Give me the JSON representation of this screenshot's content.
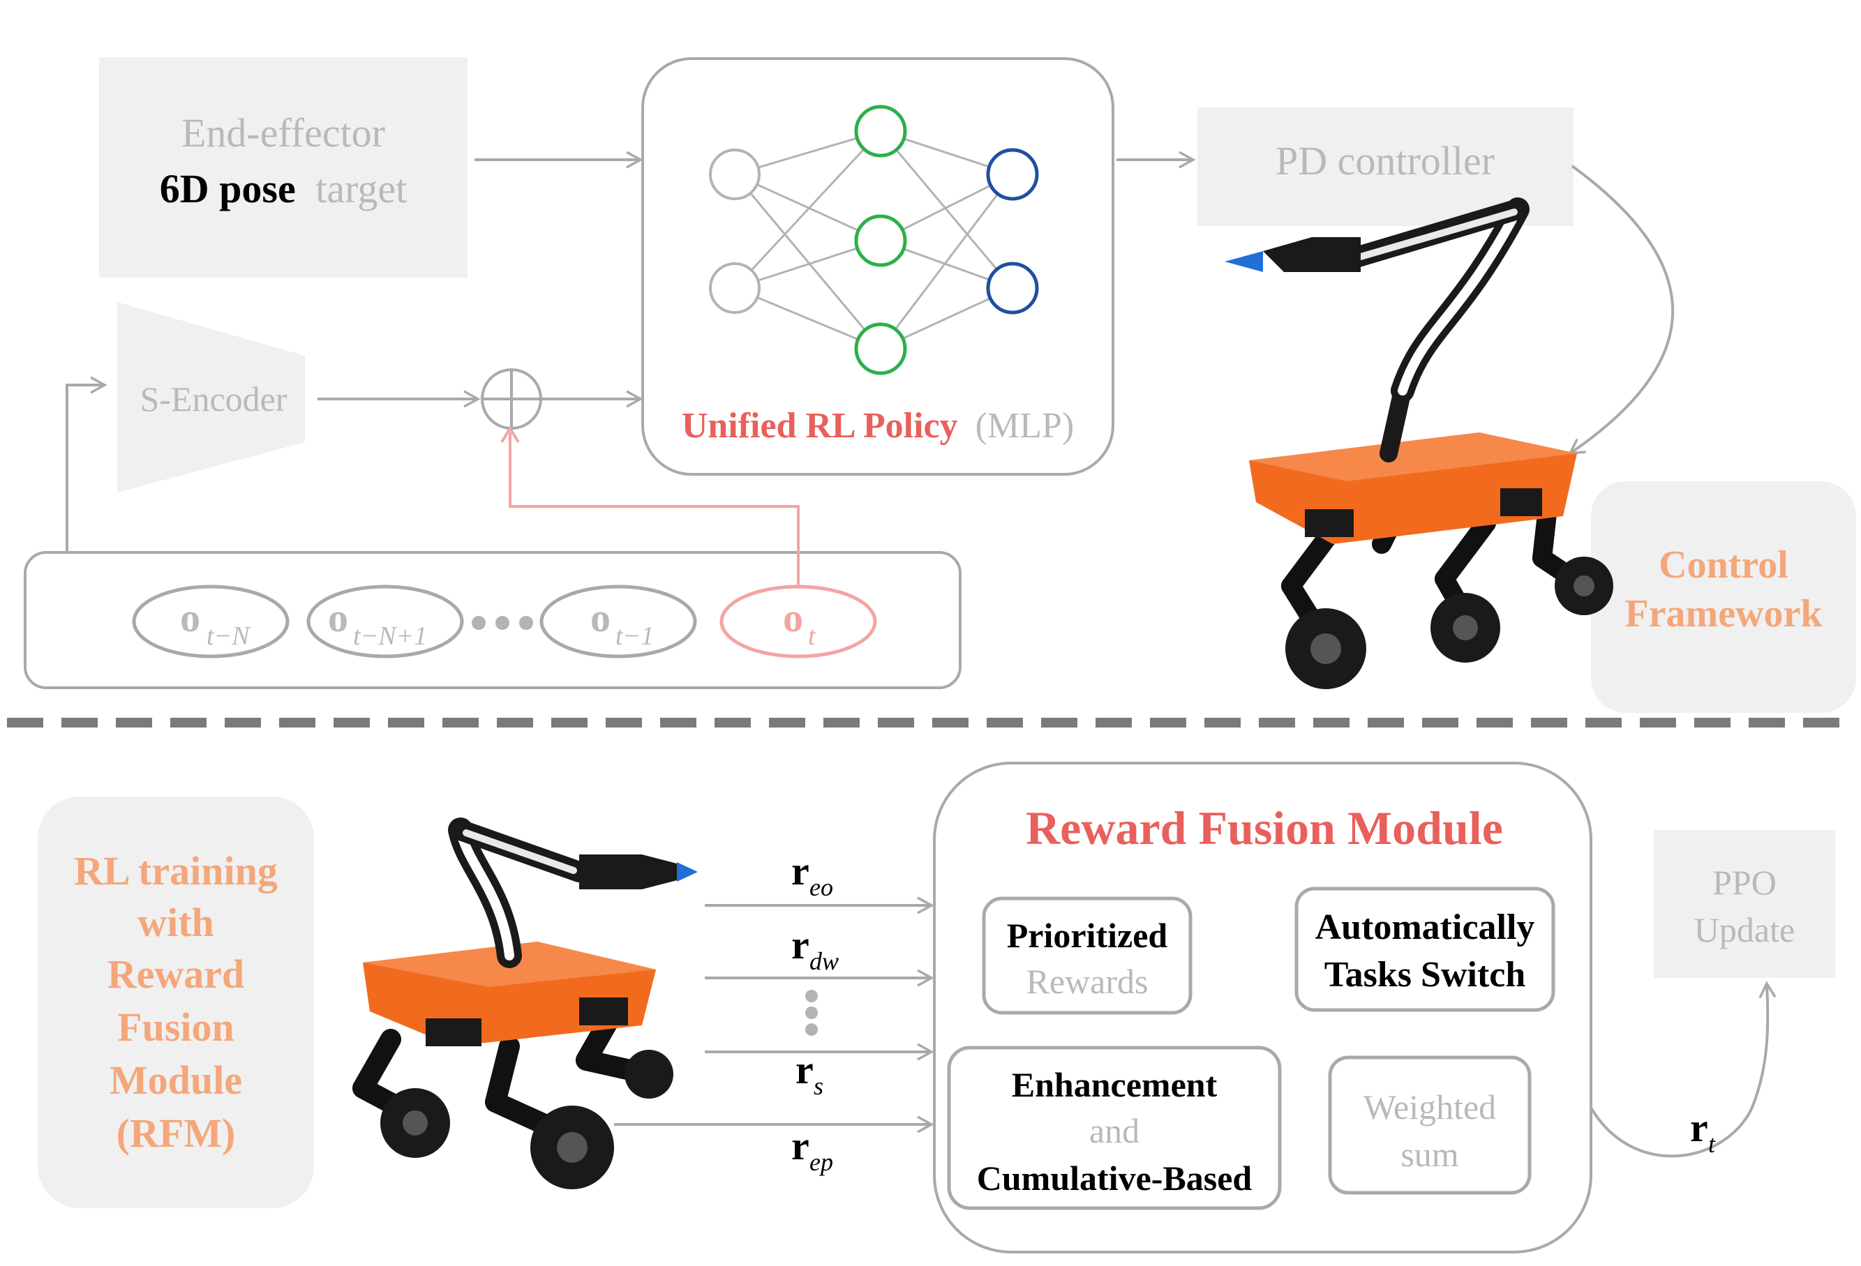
{
  "control": {
    "ee_target": {
      "line1": "End-effector",
      "bold": "6D pose",
      "rest": "target"
    },
    "s_encoder": "S-Encoder",
    "policy": {
      "bold": "Unified RL Policy",
      "rest": "(MLP)"
    },
    "pd": "PD controller",
    "section_label": {
      "line1": "Control",
      "line2": "Framework"
    },
    "observations": [
      {
        "base": "o",
        "sub": "t−N"
      },
      {
        "base": "o",
        "sub": "t−N+1"
      },
      {
        "base": "o",
        "sub": "t−1"
      },
      {
        "base": "o",
        "sub": "t"
      }
    ]
  },
  "training": {
    "section_label": [
      "RL training",
      "with",
      "Reward",
      "Fusion",
      "Module",
      "(RFM)"
    ],
    "rewards": [
      {
        "base": "r",
        "sub": "eo"
      },
      {
        "base": "r",
        "sub": "dw"
      },
      {
        "base": "r",
        "sub": "s"
      },
      {
        "base": "r",
        "sub": "ep"
      }
    ],
    "rfm_title": "Reward Fusion Module",
    "prioritized": {
      "bold": "Prioritized",
      "rest": "Rewards"
    },
    "auto_switch": {
      "line1": "Automatically",
      "line2": "Tasks Switch"
    },
    "enhancement": {
      "line1": "Enhancement",
      "line2": "and",
      "line3": "Cumulative-Based"
    },
    "weighted": {
      "line1": "Weighted",
      "line2": "sum"
    },
    "ppo": {
      "line1": "PPO",
      "line2": "Update"
    },
    "output_reward": {
      "base": "r",
      "sub": "t"
    }
  },
  "colors": {
    "gray_text": "#b9b9b9",
    "red": "#e8605c",
    "orange": "#f4a77a",
    "green_node": "#2bb04a",
    "blue_node": "#1f4fa0",
    "robot_orange": "#f26a1e"
  }
}
